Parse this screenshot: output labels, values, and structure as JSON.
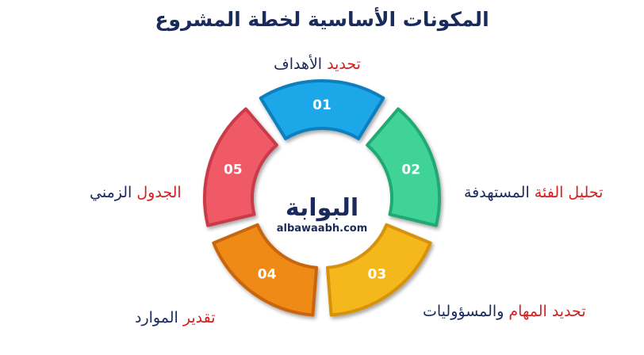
{
  "title": "المكونات الأساسية لخطة المشروع",
  "segments": [
    {
      "number": "01",
      "highlight": "تحديد",
      "rest": "الأهداف",
      "color": "#1ea7e8",
      "edge": "#0f7fbf"
    },
    {
      "number": "02",
      "highlight": "تحليل الفئة",
      "rest": "المستهدفة",
      "color": "#3fd398",
      "edge": "#22a874"
    },
    {
      "number": "03",
      "highlight": "تحديد المهام",
      "rest": "والمسؤوليات",
      "color": "#f5b81a",
      "edge": "#d6920a"
    },
    {
      "number": "04",
      "highlight": "تقدير",
      "rest": "الموارد",
      "color": "#f08a12",
      "edge": "#c8660a"
    },
    {
      "number": "05",
      "highlight": "الجدول",
      "rest": "الزمني",
      "color": "#ef5a66",
      "edge": "#c93a48"
    }
  ],
  "logo": {
    "arabic": "البوابة",
    "latin": "albawaabh.com"
  },
  "colors": {
    "title": "#1a2a5a",
    "highlight": "#d61e1e"
  }
}
